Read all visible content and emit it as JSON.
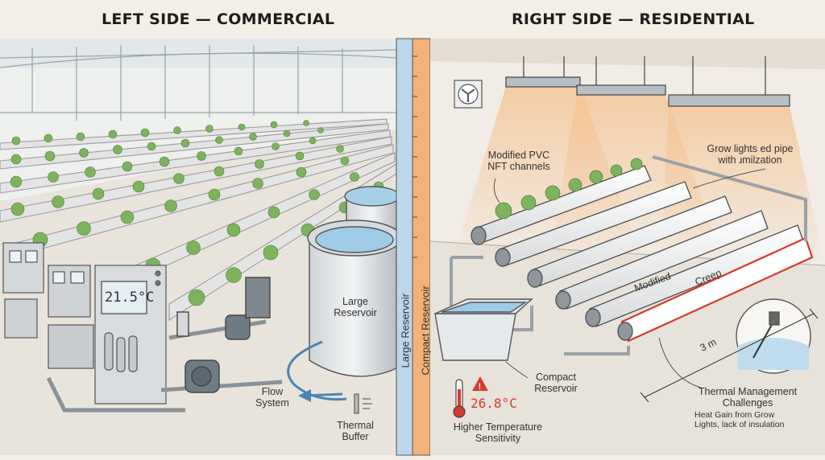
{
  "headings": {
    "left": "LEFT SIDE — COMMERCIAL",
    "right": "RIGHT SIDE — RESIDENTIAL"
  },
  "commercial": {
    "temperature_display": "21.5°C",
    "large_reservoir": "Large Reservoir",
    "flow_system": "Flow System",
    "thermal_buffer": "Thermal Buffer"
  },
  "divider": {
    "left_label": "Large Reservoir",
    "right_label": "Compact Reservoir"
  },
  "residential": {
    "modified_pvc": "Modified PVC NFT channels",
    "grow_lights": "Grow lights ed pipe with ɹmilzation",
    "modified_tag": "Modified",
    "creep_tag": "Creep",
    "length": "3 m",
    "compact_reservoir": "Compact Reservoir",
    "temperature": "26.8°C",
    "higher_temp": "Higher Temperature Sensitivity",
    "thermal_mgmt": "Thermal Management Challenges",
    "heat_gain": "Heat Gain from Grow Lights, lack of insulation"
  },
  "colors": {
    "warning_red": "#d63a2b",
    "water_blue": "#9fcbe6",
    "plant_green": "#6aa84f",
    "divider_blue": "#bcd7ec",
    "divider_orange": "#f2b27a"
  }
}
